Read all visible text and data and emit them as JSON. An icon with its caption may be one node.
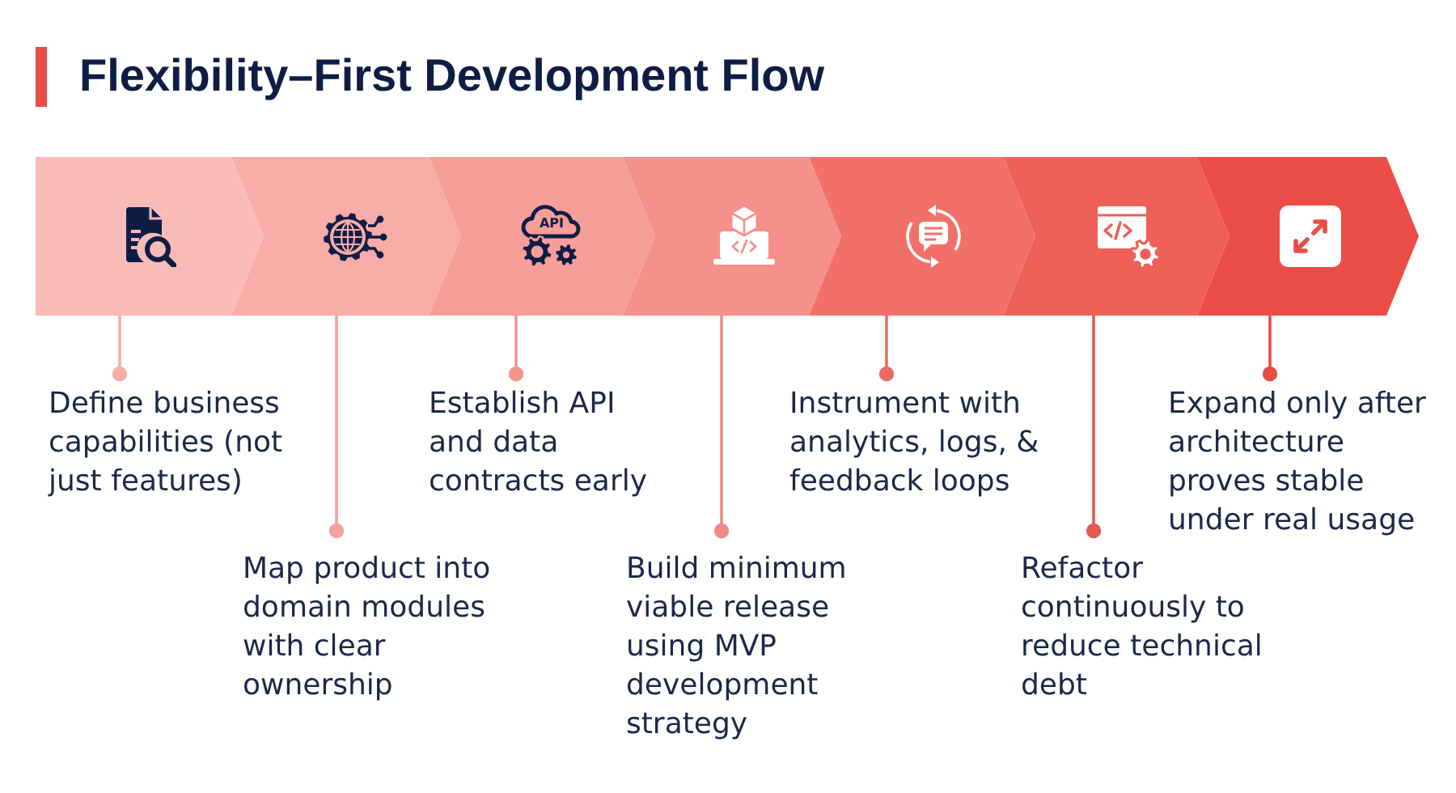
{
  "diagram": {
    "title": "Flexibility–First Development Flow",
    "nodes": [
      {
        "text": [],
        "shape": "chevron"
      },
      {
        "text": [],
        "shape": "chevron"
      },
      {
        "text": [],
        "shape": "chevron"
      },
      {
        "text": [],
        "shape": "chevron"
      },
      {
        "text": [],
        "shape": "chevron"
      },
      {
        "text": [],
        "shape": "chevron"
      },
      {
        "text": [],
        "shape": "chevron"
      },
      {
        "text": [
          "Define business capabilities (not just features)"
        ]
      },
      {
        "text": [
          "Map product into domain modules with clear ownership"
        ]
      },
      {
        "text": [
          "Establish API and data contracts early"
        ]
      },
      {
        "text": [
          "Build minimum viable release using MVP development strategy"
        ]
      },
      {
        "text": [
          "Instrument with analytics, logs, & feedback loops"
        ]
      },
      {
        "text": [
          "Refactor continuously to reduce technical debt"
        ]
      },
      {
        "text": [
          "Expand only after architecture proves stable under real usage"
        ]
      }
    ],
    "edges": [
      {
        "from": 7,
        "to": 0,
        "arrow": "other",
        "color": "#f5aca7"
      },
      {
        "from": 8,
        "to": 1,
        "arrow": "other",
        "color": "#f3a29d"
      },
      {
        "from": 9,
        "to": 2,
        "arrow": "other",
        "color": "#f1958f"
      },
      {
        "from": 10,
        "to": 3,
        "arrow": "other",
        "color": "#ef8983"
      },
      {
        "from": 11,
        "to": 4,
        "arrow": "other",
        "color": "#ec6c65"
      },
      {
        "from": 12,
        "to": 5,
        "arrow": "other",
        "color": "#df5b54"
      },
      {
        "from": 13,
        "to": 6,
        "arrow": "other",
        "color": "#e64d46"
      }
    ],
    "labels": [
      "API"
    ]
  }
}
